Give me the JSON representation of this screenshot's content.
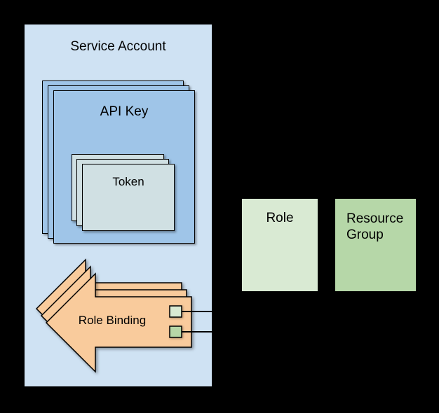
{
  "diagram": {
    "background_color": "#000000",
    "nodes": {
      "service_account": {
        "label": "Service Account",
        "fill": "#cfe2f3"
      },
      "api_key": {
        "label": "API Key",
        "fill": "#9fc5e8",
        "stacked_copies": 3
      },
      "token": {
        "label": "Token",
        "fill": "#d0e0e3",
        "stacked_copies": 3
      },
      "role_binding": {
        "label": "Role Binding",
        "fill": "#f9cb9c",
        "stacked_copies": 3,
        "shape": "left-arrow",
        "ports": [
          {
            "name": "role-port",
            "fill": "#d9ead3"
          },
          {
            "name": "resource-group-port",
            "fill": "#b6d7a8"
          }
        ]
      },
      "role": {
        "label": "Role",
        "fill": "#d9ead3"
      },
      "resource_group": {
        "label": "Resource Group",
        "fill": "#b6d7a8"
      }
    },
    "connectors": [
      {
        "name": "role-connector",
        "from": "role-port",
        "color": "#000000"
      },
      {
        "name": "resource-group-connector",
        "from": "resource-group-port",
        "color": "#000000"
      }
    ]
  }
}
